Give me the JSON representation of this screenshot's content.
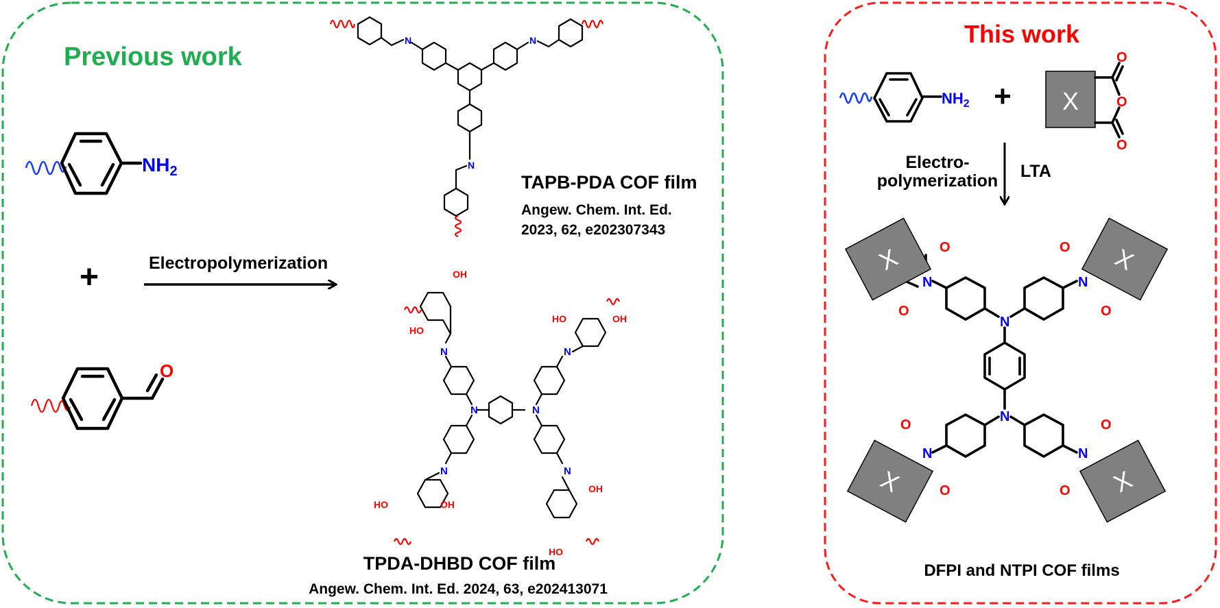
{
  "colors": {
    "previous_border": "#1fad4f",
    "this_border": "#ff1a1a",
    "previous_title": "#1fad4f",
    "this_title": "#ff0000",
    "nitrogen": "#0000ff",
    "oxygen": "#ff0000",
    "amine_linker": "#1a3cff",
    "aldehyde_linker": "#ff0000",
    "x_block": "#808080"
  },
  "previous": {
    "title": "Previous work",
    "amine_group": "NH",
    "amine_subscript": "2",
    "plus": "+",
    "aldehyde_o": "O",
    "arrow_label": "Electropolymerization",
    "cof1": {
      "name": "TAPB-PDA COF film",
      "citation_line1": "Angew. Chem. Int. Ed.",
      "citation_line2": "2023, 62, e202307343",
      "n": "N"
    },
    "cof2": {
      "name": "TPDA-DHBD COF film",
      "citation": "Angew. Chem. Int. Ed. 2024, 63, e202413071",
      "n": "N",
      "oh": "OH",
      "ho": "HO"
    }
  },
  "this": {
    "title": "This work",
    "amine_group": "NH",
    "amine_subscript": "2",
    "plus": "+",
    "x": "X",
    "o": "O",
    "arrow_left_line1": "Electro-",
    "arrow_left_line2": "polymerization",
    "arrow_right": "LTA",
    "n": "N",
    "product_label": "DFPI and NTPI COF films"
  }
}
